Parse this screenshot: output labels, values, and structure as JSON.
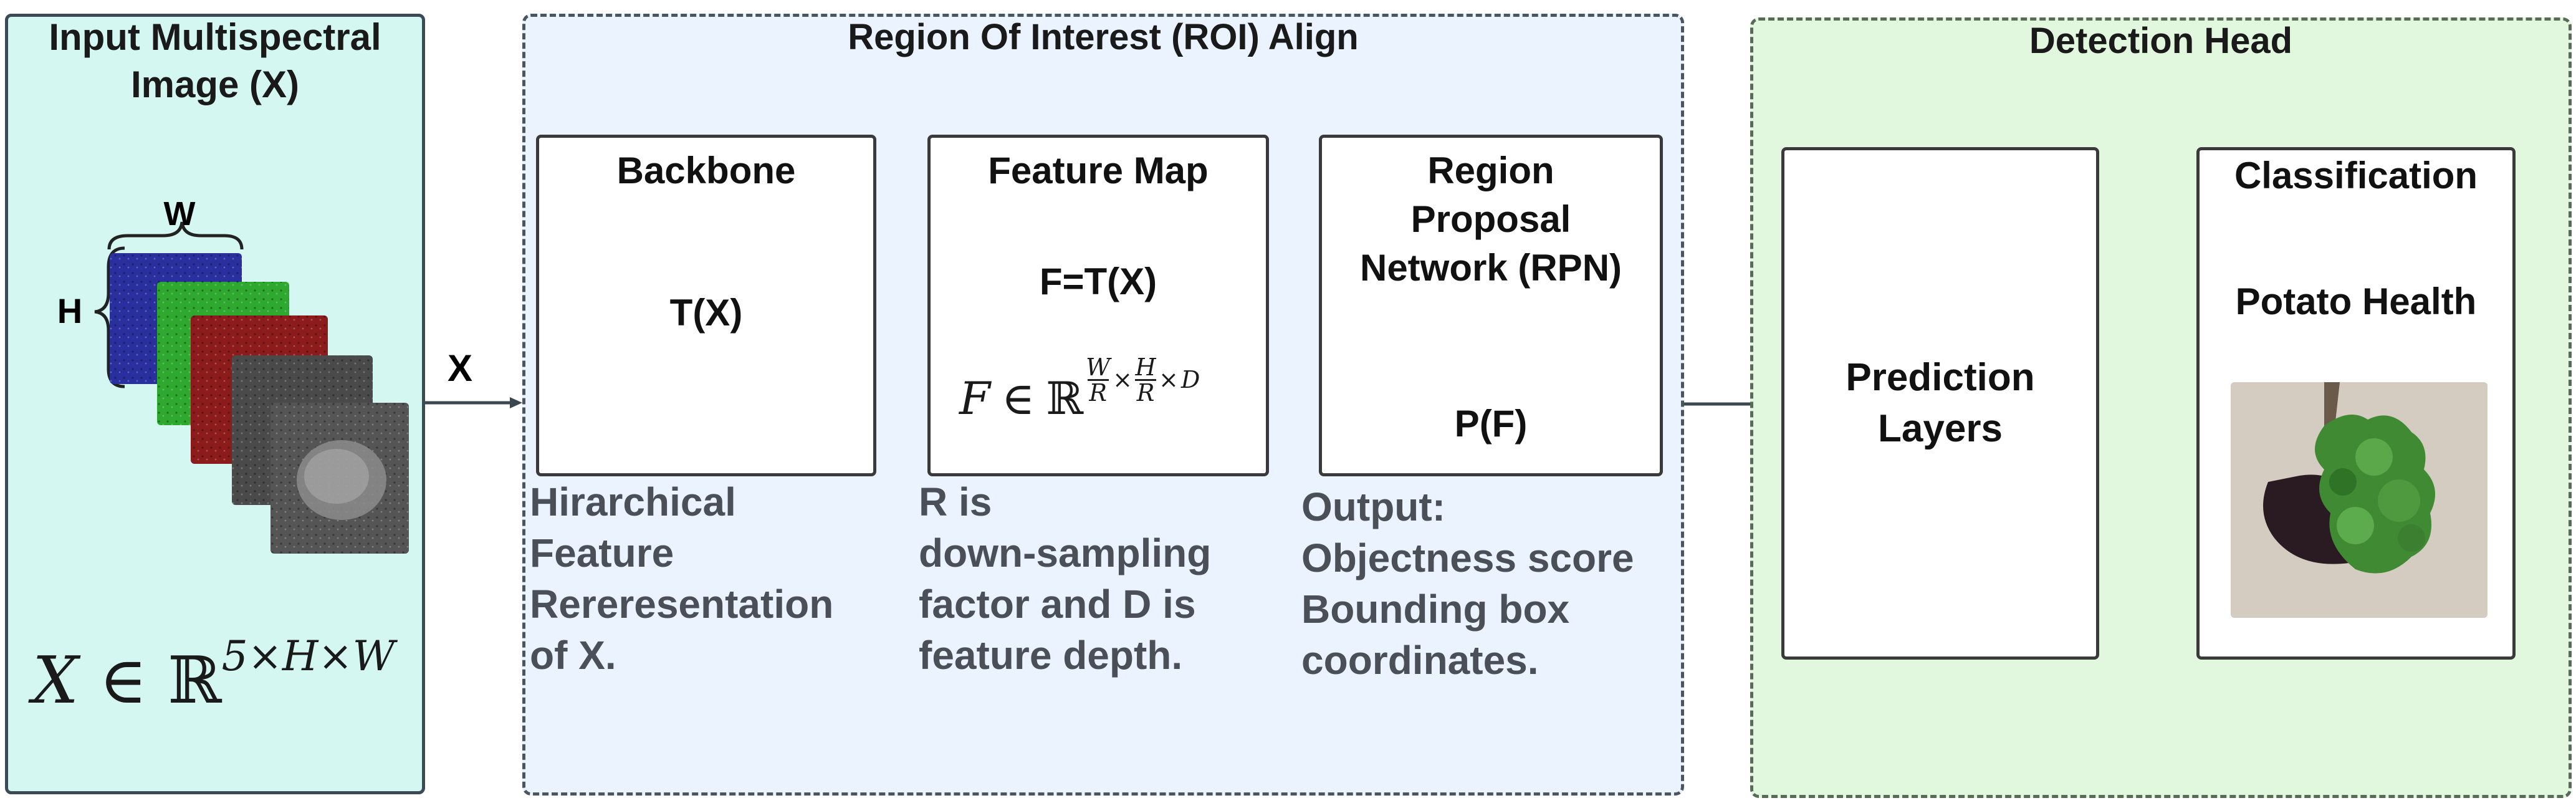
{
  "input_panel": {
    "title_line1": "Input Multispectral",
    "title_line2": "Image (X)",
    "label_w": "W",
    "label_h": "H",
    "formula": {
      "lhs": "X",
      "in": "∈",
      "set": "ℝ",
      "sup": "5×H×W"
    }
  },
  "arrow_x_label": "X",
  "roi_panel": {
    "title": "Region Of Interest (ROI) Align",
    "backbone": {
      "title": "Backbone",
      "expr": "T(X)"
    },
    "feature_map": {
      "title": "Feature Map",
      "expr": "F=T(X)",
      "formula": {
        "lhs": "F",
        "in": "∈",
        "set": "ℝ",
        "w_num": "W",
        "w_den": "R",
        "times1": "×",
        "h_num": "H",
        "h_den": "R",
        "times2": "×",
        "d": "D"
      }
    },
    "rpn": {
      "title_line1": "Region",
      "title_line2": "Proposal",
      "title_line3": "Network (RPN)",
      "expr": "P(F)"
    },
    "desc_backbone": [
      "Hirarchical",
      "Feature",
      "Rereresentation",
      "of X."
    ],
    "desc_feature": [
      "R is",
      "down-sampling",
      "factor and D is",
      "feature depth."
    ],
    "desc_rpn": [
      "Output:",
      "Objectness score",
      "Bounding box",
      "coordinates."
    ]
  },
  "detection_panel": {
    "title": "Detection Head",
    "prediction": {
      "line1": "Prediction",
      "line2": "Layers"
    },
    "classification": {
      "title": "Classification",
      "subtitle": "Potato Health"
    }
  },
  "colors": {
    "input_bg": "#d4f7f2",
    "roi_bg": "#eaf3ff",
    "detection_bg": "#e2f8de",
    "band_blue": "#2a2f9e",
    "band_green": "#2ea82e",
    "band_red": "#8c1c1c",
    "band_gray": "#4a4a4a",
    "arrow": "#3a4650"
  }
}
